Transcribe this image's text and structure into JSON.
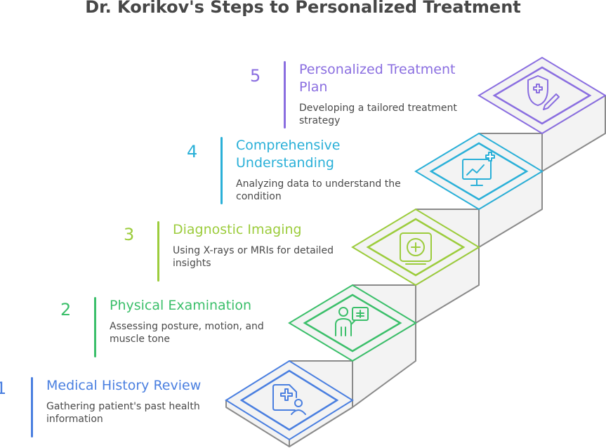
{
  "title": "Dr. Korikov's Steps to Personalized Treatment",
  "steps": [
    {
      "number": "1",
      "heading": "Medical History Review",
      "description": "Gathering patient's past health information",
      "color": "#4a7fe0",
      "icon": "medical-file-user-icon"
    },
    {
      "number": "2",
      "heading": "Physical Examination",
      "description": "Assessing posture, motion, and muscle tone",
      "color": "#3bbf6a",
      "icon": "doctor-xray-board-icon"
    },
    {
      "number": "3",
      "heading": "Diagnostic Imaging",
      "description": "Using X-rays or MRIs for detailed insights",
      "color": "#9ccc3c",
      "icon": "mri-scanner-icon"
    },
    {
      "number": "4",
      "heading": "Comprehensive Understanding",
      "description": "Analyzing data to understand the condition",
      "color": "#2ab0d8",
      "icon": "monitor-chart-plus-icon"
    },
    {
      "number": "5",
      "heading": "Personalized Treatment Plan",
      "description": "Developing a tailored treatment strategy",
      "color": "#8a6ee0",
      "icon": "shield-cross-pen-icon"
    }
  ]
}
